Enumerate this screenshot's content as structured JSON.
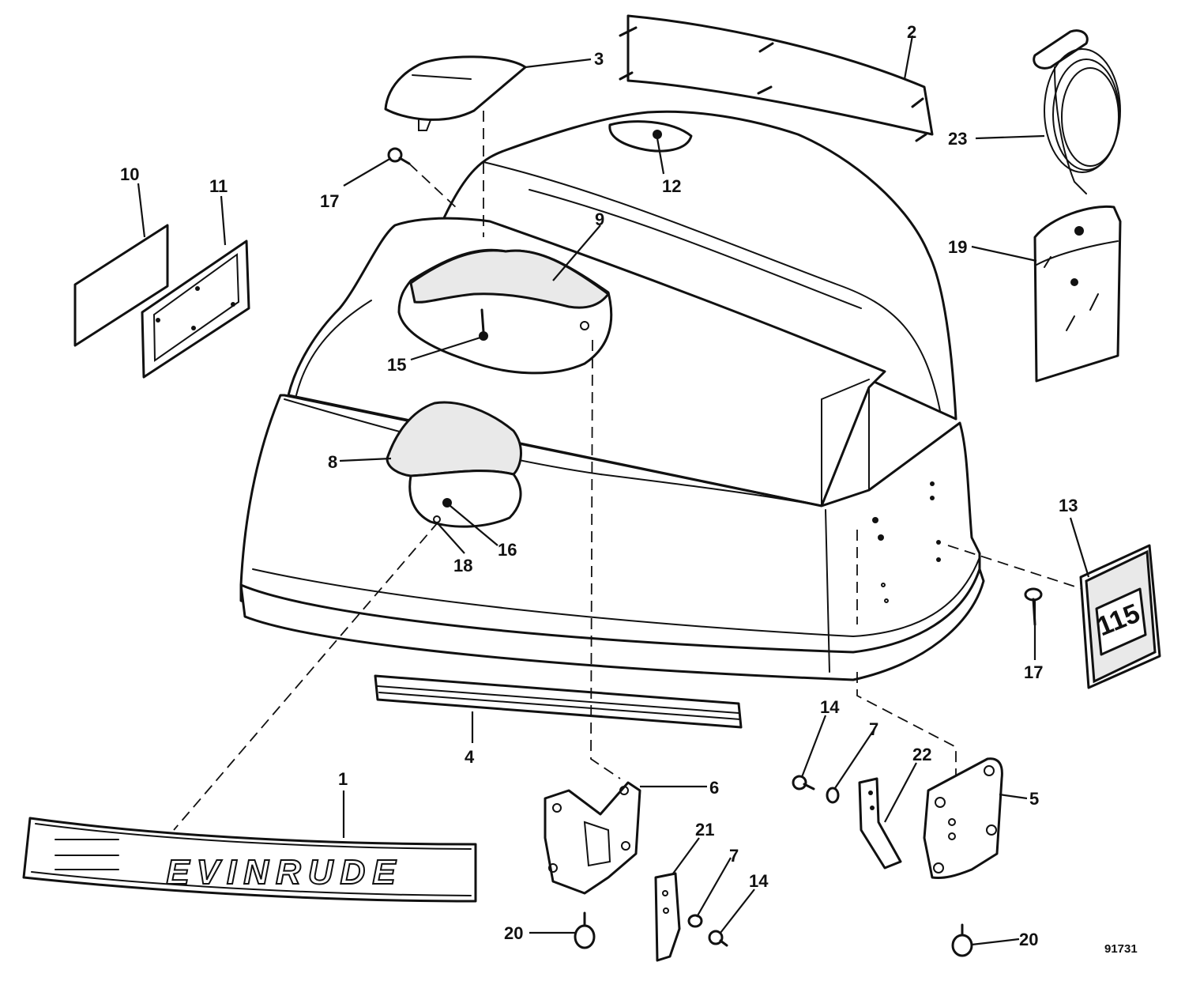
{
  "figure_number": "91731",
  "callouts": [
    "1",
    "2",
    "3",
    "4",
    "5",
    "6",
    "7",
    "7",
    "8",
    "9",
    "10",
    "11",
    "12",
    "13",
    "14",
    "14",
    "15",
    "16",
    "17",
    "17",
    "18",
    "19",
    "20",
    "20",
    "21",
    "22",
    "23"
  ],
  "decal_text": "EVINRUDE",
  "badge_text": "115",
  "colors": {
    "ink": "#111111",
    "paper": "#ffffff",
    "foam": "#e9e9e9"
  }
}
